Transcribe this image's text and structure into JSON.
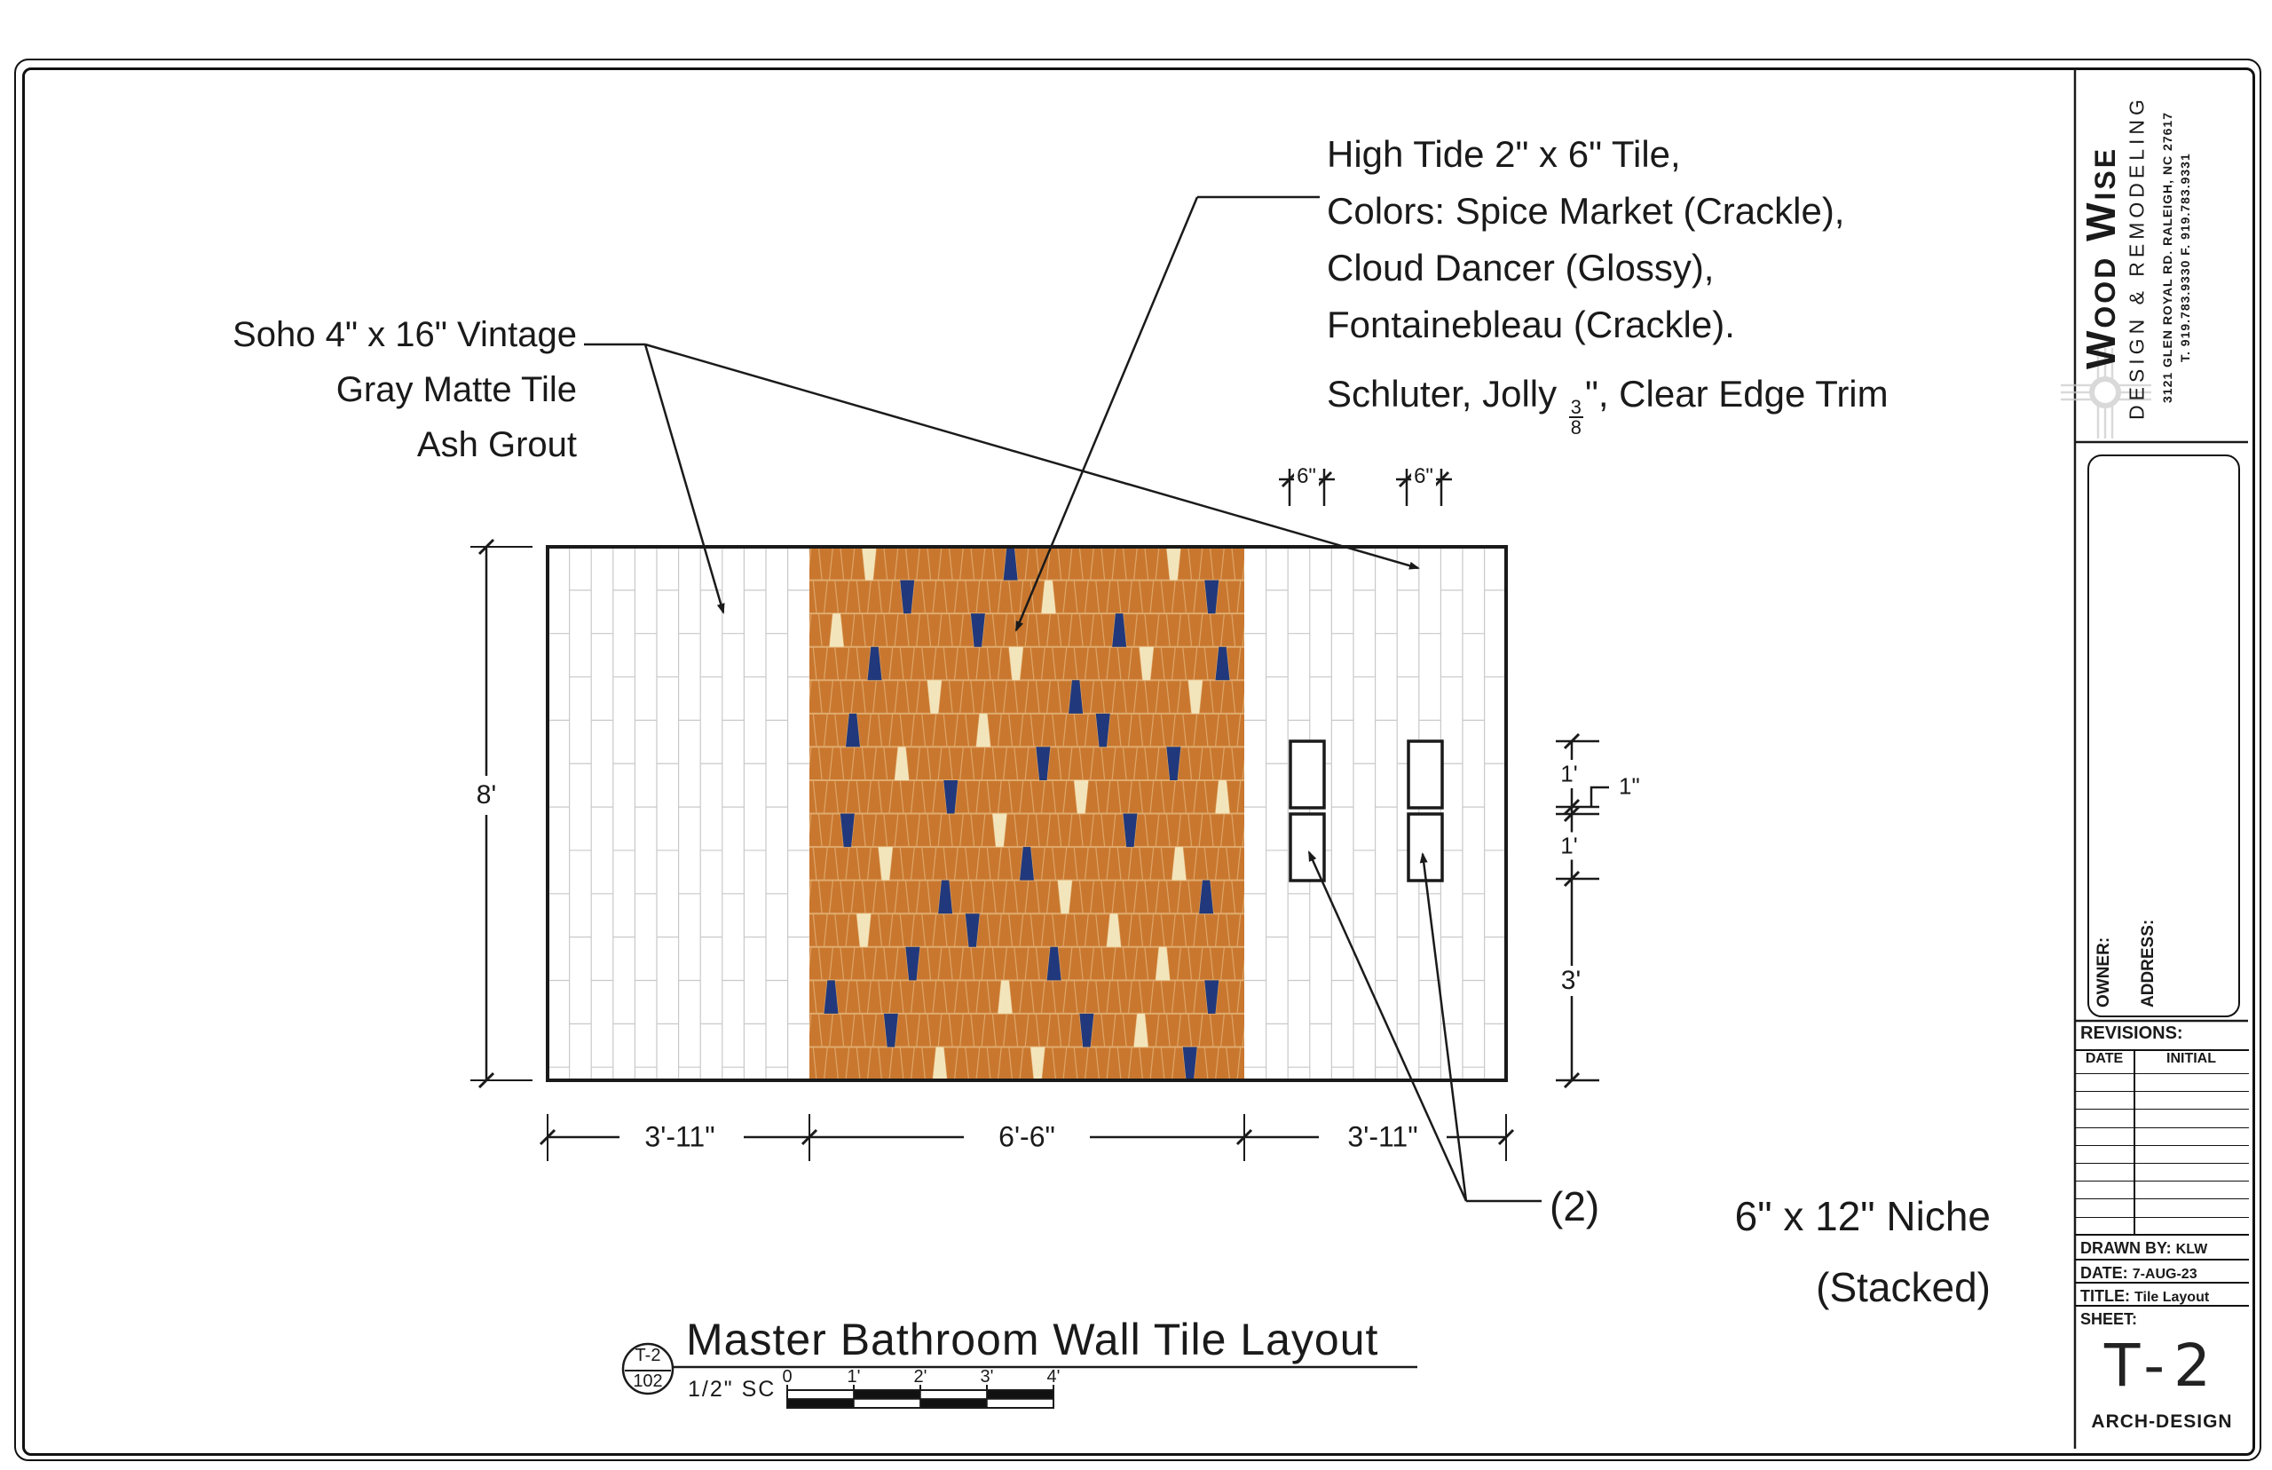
{
  "colors": {
    "ink": "#1a1a1a",
    "orange": "#c9772f",
    "orange_grout": "#e0ab6e",
    "navy": "#21397c",
    "cream": "#f3e5bb",
    "white_grout": "#c9c9c9",
    "logo_gray": "#c9c9c9"
  },
  "annotations": {
    "soho": {
      "line1": "Soho 4\" x 16\" Vintage",
      "line2": "Gray Matte Tile",
      "line3": "Ash Grout"
    },
    "high_tide": {
      "line1": "High Tide 2\" x 6\" Tile,",
      "line2": "Colors: Spice Market (Crackle),",
      "line3": "Cloud Dancer (Glossy),",
      "line4": "Fontainebleau (Crackle).",
      "line5_pre": "Schluter, Jolly ",
      "frac_num": "3",
      "frac_den": "8",
      "line5_post": "\", Clear Edge Trim"
    },
    "niche": {
      "qty": "(2)",
      "line1": "6\" x 12\" Niche",
      "line2": "(Stacked)"
    }
  },
  "dims": {
    "wall_height": "8'",
    "w_left": "3'-11\"",
    "w_center": "6'-6\"",
    "w_right": "3'-11\"",
    "niche_width_a": "6\"",
    "niche_width_b": "6\"",
    "niche_top": "1'",
    "niche_gap": "1\"",
    "niche_bottom": "1'",
    "below_niche": "3'"
  },
  "title_bar": {
    "title": "Master Bathroom Wall Tile Layout",
    "ref_top": "T-2",
    "ref_bottom": "102",
    "scale_note": "1/2\"  SC",
    "ticks": {
      "t0": "0",
      "t1": "1'",
      "t2": "2'",
      "t3": "3'",
      "t4": "4'"
    }
  },
  "title_block": {
    "company": {
      "name": "Wood Wise",
      "tagline": "DESIGN  &  REMODELING",
      "address": "3121 GLEN ROYAL RD.   RALEIGH, NC 27617",
      "phone": "T. 919.783.9330    F. 919.783.9331"
    },
    "owner_label": "OWNER:",
    "address_label": "ADDRESS:",
    "revisions_label": "REVISIONS:",
    "col_date": "DATE",
    "col_initial": "INITIAL",
    "drawn_by_label": "DRAWN BY:",
    "drawn_by": "KLW",
    "date_label": "DATE:",
    "date": "7-AUG-23",
    "title_label": "TITLE:",
    "doc_title": "Tile Layout",
    "sheet_label": "SHEET:",
    "sheet_no": "T-2",
    "footer": "ARCH-DESIGN"
  },
  "tiles": {
    "accents": [
      {
        "r": 0,
        "c": 5,
        "k": "c"
      },
      {
        "r": 0,
        "c": 18,
        "k": "n"
      },
      {
        "r": 0,
        "c": 33,
        "k": "c"
      },
      {
        "r": 1,
        "c": 9,
        "k": "n"
      },
      {
        "r": 1,
        "c": 22,
        "k": "c"
      },
      {
        "r": 1,
        "c": 37,
        "k": "n"
      },
      {
        "r": 2,
        "c": 2,
        "k": "c"
      },
      {
        "r": 2,
        "c": 15,
        "k": "n"
      },
      {
        "r": 2,
        "c": 28,
        "k": "n"
      },
      {
        "r": 3,
        "c": 6,
        "k": "n"
      },
      {
        "r": 3,
        "c": 19,
        "k": "c"
      },
      {
        "r": 3,
        "c": 31,
        "k": "c"
      },
      {
        "r": 3,
        "c": 38,
        "k": "n"
      },
      {
        "r": 4,
        "c": 11,
        "k": "c"
      },
      {
        "r": 4,
        "c": 24,
        "k": "n"
      },
      {
        "r": 4,
        "c": 35,
        "k": "c"
      },
      {
        "r": 5,
        "c": 4,
        "k": "n"
      },
      {
        "r": 5,
        "c": 16,
        "k": "c"
      },
      {
        "r": 5,
        "c": 27,
        "k": "n"
      },
      {
        "r": 6,
        "c": 8,
        "k": "c"
      },
      {
        "r": 6,
        "c": 21,
        "k": "n"
      },
      {
        "r": 6,
        "c": 33,
        "k": "n"
      },
      {
        "r": 7,
        "c": 13,
        "k": "n"
      },
      {
        "r": 7,
        "c": 25,
        "k": "c"
      },
      {
        "r": 7,
        "c": 38,
        "k": "c"
      },
      {
        "r": 8,
        "c": 3,
        "k": "n"
      },
      {
        "r": 8,
        "c": 17,
        "k": "c"
      },
      {
        "r": 8,
        "c": 29,
        "k": "n"
      },
      {
        "r": 9,
        "c": 7,
        "k": "c"
      },
      {
        "r": 9,
        "c": 20,
        "k": "n"
      },
      {
        "r": 9,
        "c": 34,
        "k": "c"
      },
      {
        "r": 10,
        "c": 12,
        "k": "n"
      },
      {
        "r": 10,
        "c": 23,
        "k": "c"
      },
      {
        "r": 10,
        "c": 36,
        "k": "n"
      },
      {
        "r": 11,
        "c": 5,
        "k": "c"
      },
      {
        "r": 11,
        "c": 15,
        "k": "n"
      },
      {
        "r": 11,
        "c": 28,
        "k": "c"
      },
      {
        "r": 12,
        "c": 9,
        "k": "n"
      },
      {
        "r": 12,
        "c": 22,
        "k": "n"
      },
      {
        "r": 12,
        "c": 32,
        "k": "c"
      },
      {
        "r": 13,
        "c": 2,
        "k": "n"
      },
      {
        "r": 13,
        "c": 18,
        "k": "c"
      },
      {
        "r": 13,
        "c": 37,
        "k": "n"
      },
      {
        "r": 14,
        "c": 7,
        "k": "n"
      },
      {
        "r": 14,
        "c": 25,
        "k": "n"
      },
      {
        "r": 14,
        "c": 30,
        "k": "c"
      },
      {
        "r": 15,
        "c": 12,
        "k": "c"
      },
      {
        "r": 15,
        "c": 21,
        "k": "c"
      },
      {
        "r": 15,
        "c": 35,
        "k": "n"
      }
    ]
  }
}
